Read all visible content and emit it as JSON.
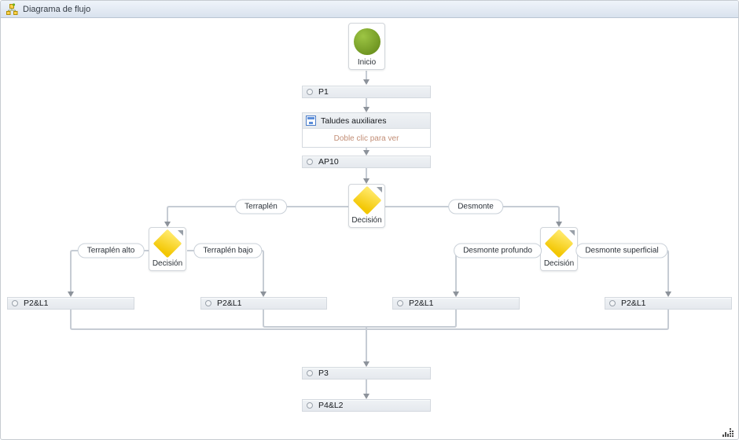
{
  "header": {
    "title": "Diagrama de flujo"
  },
  "nodes": {
    "inicio": {
      "label": "Inicio"
    },
    "p1": {
      "label": "P1"
    },
    "taludes": {
      "title": "Taludes auxiliares",
      "hint": "Doble clic para ver"
    },
    "ap10": {
      "label": "AP10"
    },
    "decision_main": {
      "label": "Decisión"
    },
    "decision_left": {
      "label": "Decisión"
    },
    "decision_right": {
      "label": "Decisión"
    },
    "p2l1_a": {
      "label": "P2&L1"
    },
    "p2l1_b": {
      "label": "P2&L1"
    },
    "p2l1_c": {
      "label": "P2&L1"
    },
    "p2l1_d": {
      "label": "P2&L1"
    },
    "p3": {
      "label": "P3"
    },
    "p4l2": {
      "label": "P4&L2"
    }
  },
  "edge_labels": {
    "terraplen": "Terraplén",
    "desmonte": "Desmonte",
    "terraplen_alto": "Terraplén alto",
    "terraplen_bajo": "Terraplén bajo",
    "desmonte_profundo": "Desmonte profundo",
    "desmonte_superficial": "Desmonte superficial"
  },
  "colors": {
    "start_node_green": "#7fae28",
    "decision_yellow": "#f5c800",
    "connector_line": "#c6ccd4",
    "arrowhead": "#8d939b",
    "hint_text": "#c28e76",
    "box_fill": "#e9edf1"
  }
}
